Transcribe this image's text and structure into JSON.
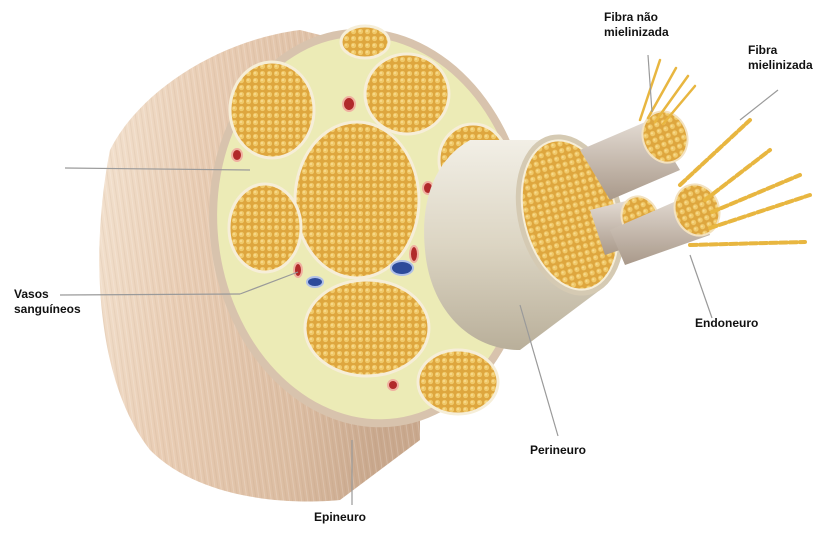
{
  "labels": {
    "fibra_nao_mielinizada": [
      "Fibra não",
      "mielinizada"
    ],
    "fibra_mielinizada": [
      "Fibra",
      "mielinizada"
    ],
    "vasos_sanguineos": [
      "Vasos",
      "sanguíneos"
    ],
    "endoneuro": "Endoneuro",
    "perineuro": "Perineuro",
    "epineuro": "Epineuro"
  },
  "colors": {
    "epineurium": "#e6cdb6",
    "cross_section_fill": "#ecebb6",
    "fascicle_fill": "#e3b04a",
    "fascicle_border": "#f3ead2",
    "artery": "#b12a2a",
    "vein": "#2d4b9a",
    "perineurium_sheath": "#dcd7c6",
    "fiber": "#e8b640",
    "leader_line": "#9a9a9a"
  }
}
